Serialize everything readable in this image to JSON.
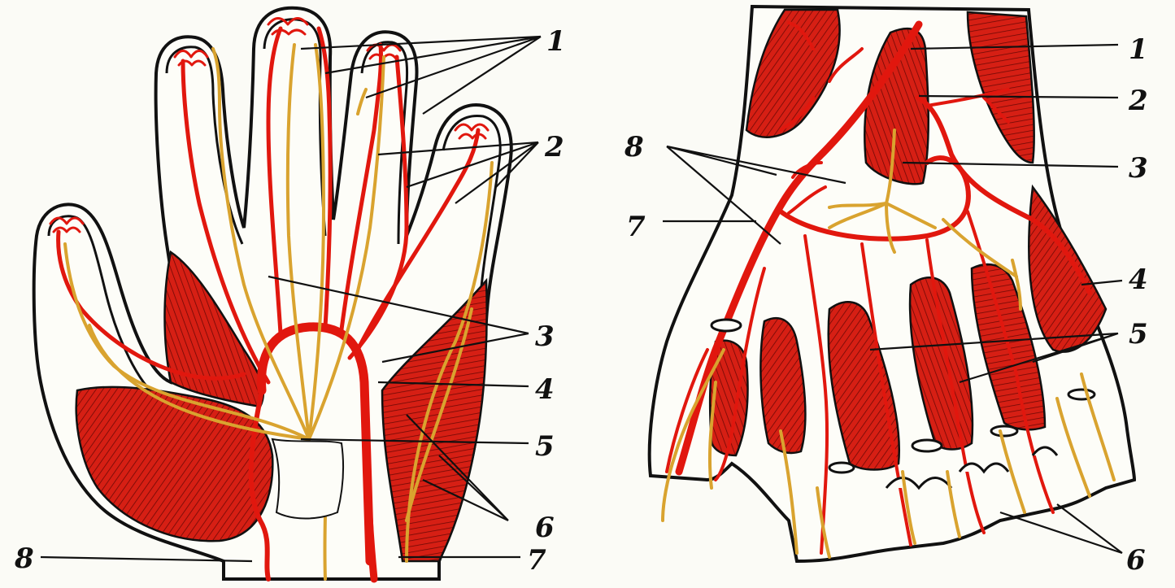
{
  "colors": {
    "artery": "#e1170e",
    "nerve": "#d9a32f",
    "muscle": "#d61f14",
    "outline": "#111111",
    "background": "#fbfbf6"
  },
  "palmar_view": {
    "labels": [
      "1",
      "2",
      "3",
      "4",
      "5",
      "6",
      "7",
      "8"
    ]
  },
  "dorsal_view": {
    "labels": [
      "1",
      "2",
      "3",
      "4",
      "5",
      "6",
      "7",
      "8"
    ]
  }
}
